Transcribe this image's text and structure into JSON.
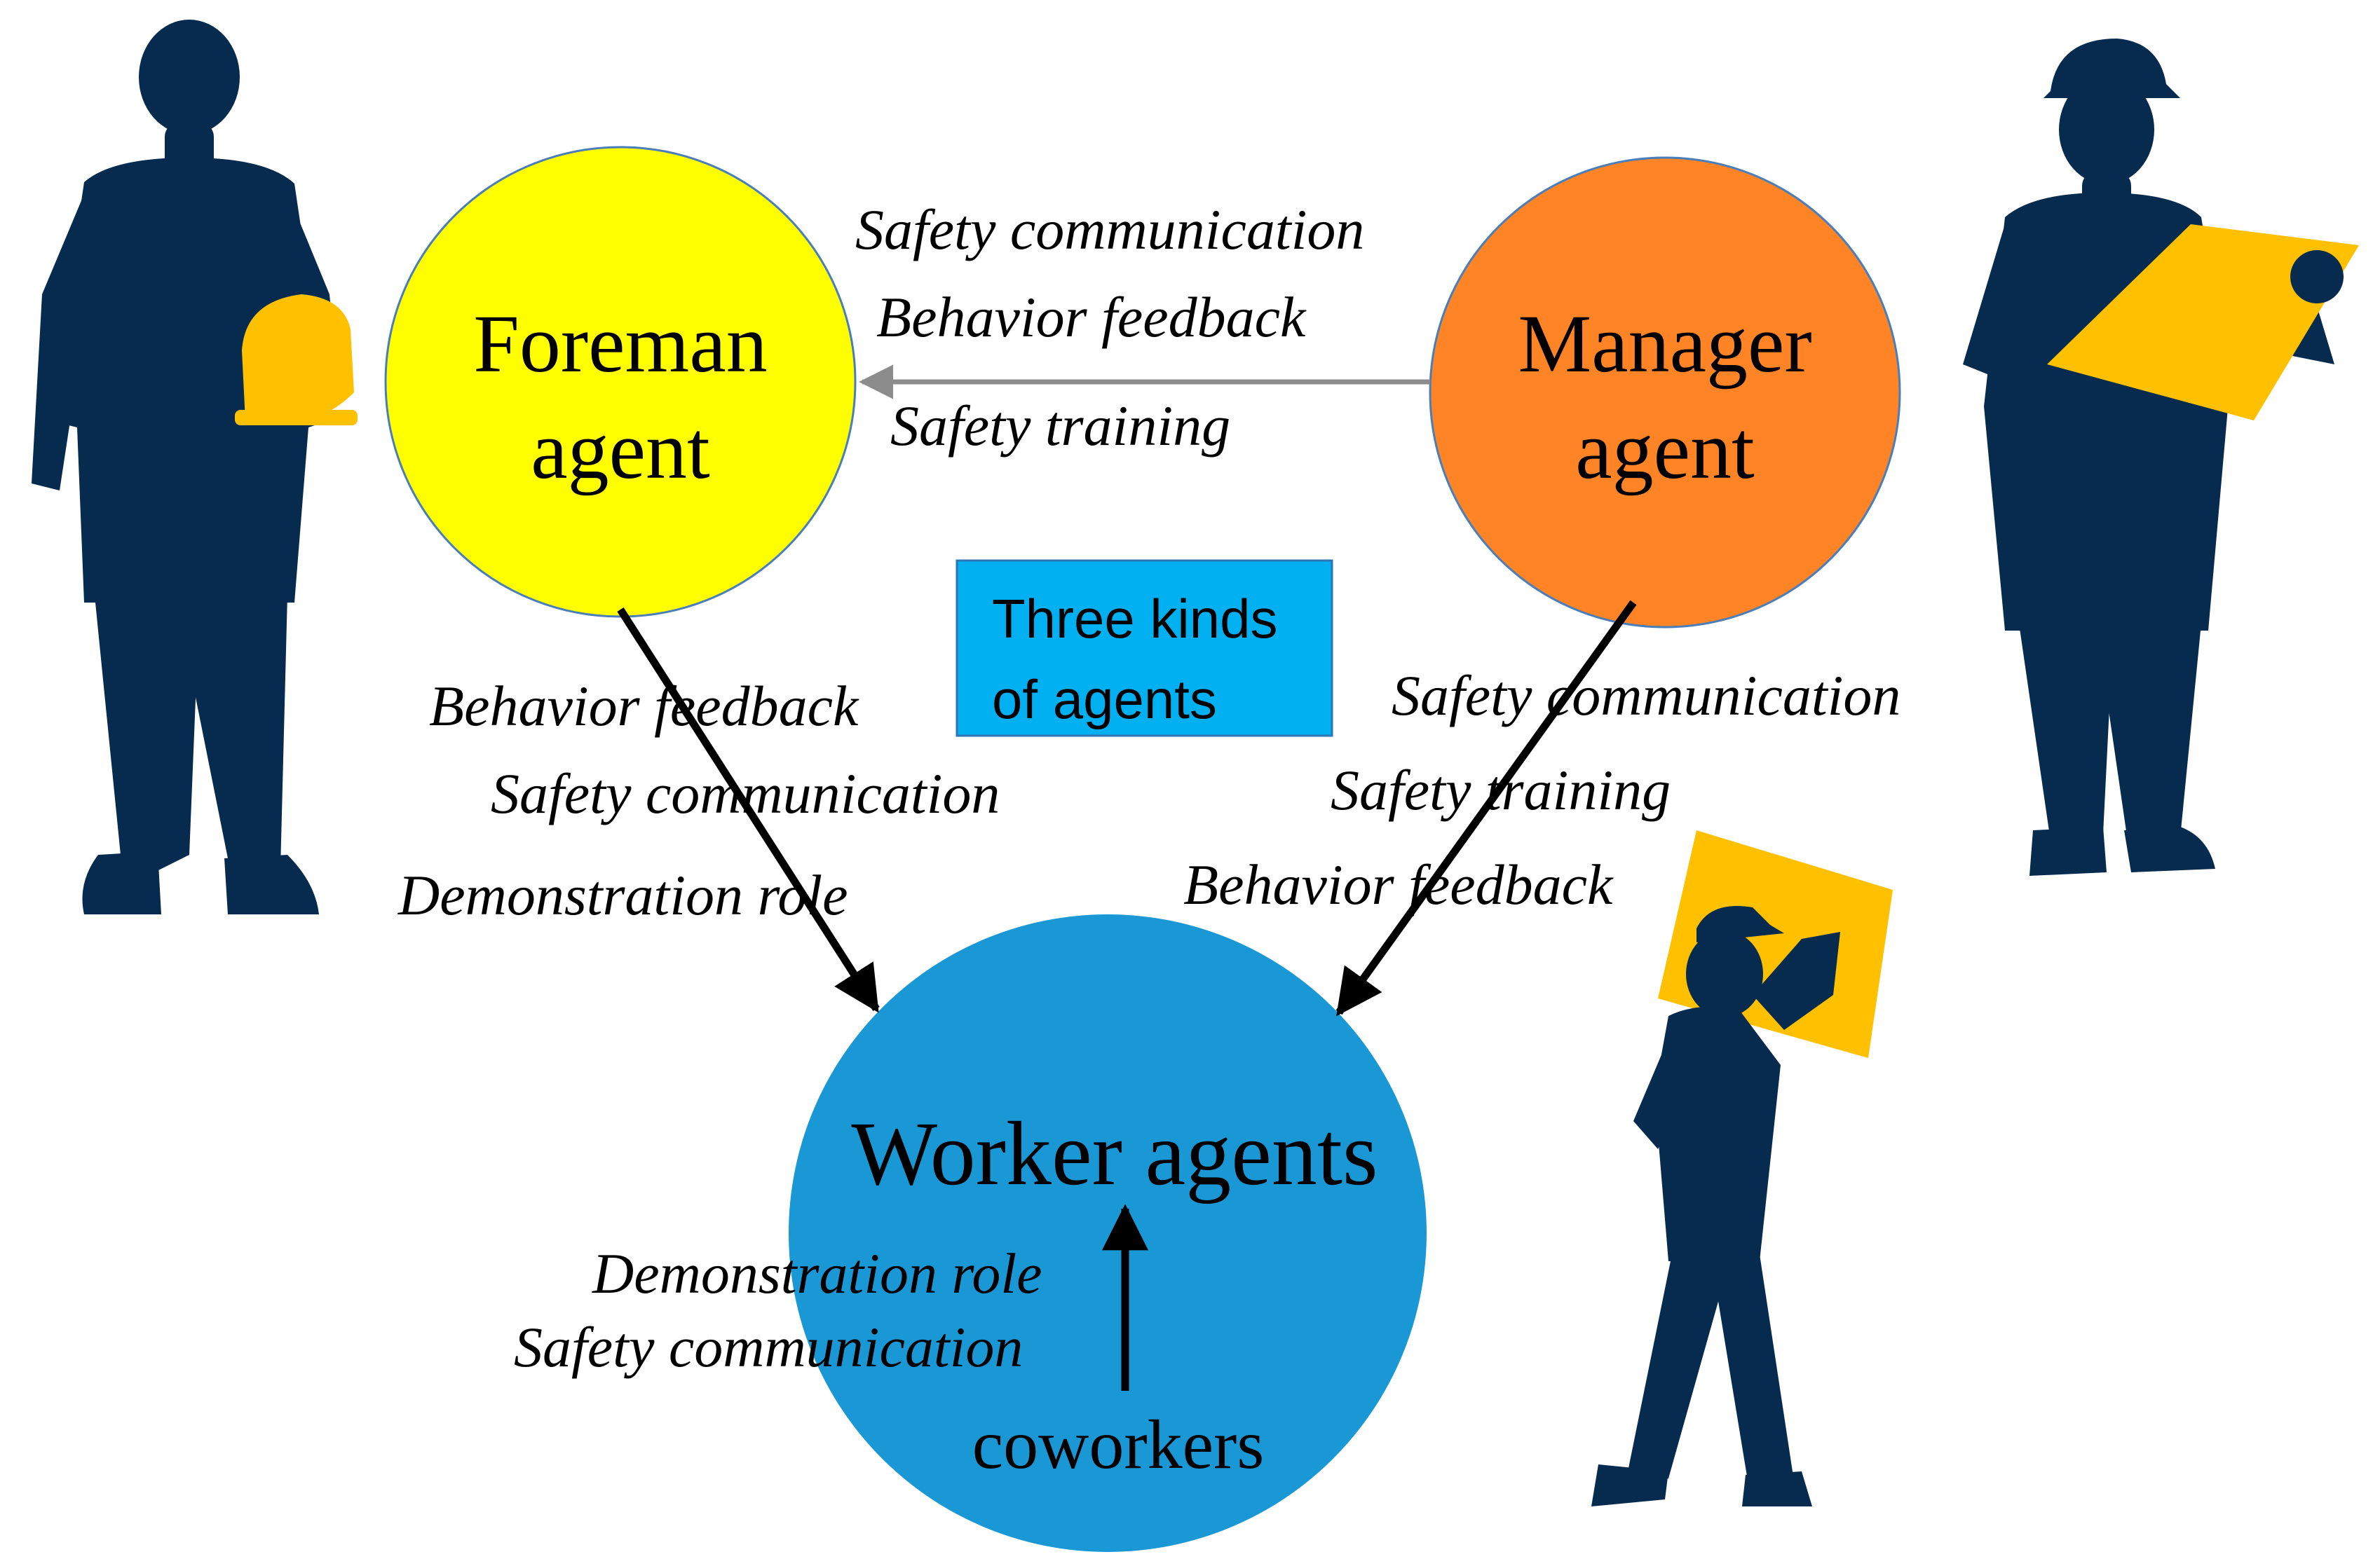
{
  "colors": {
    "foreman": "#FFFF00",
    "manager": "#FF8426",
    "worker": "#1A98D5",
    "box": "#00B0F0",
    "silhouette": "#062B4F",
    "accent": "#FFC000",
    "worker_text": "#FF0000",
    "arrow_gray": "#8C8C8C"
  },
  "icons": {
    "left_figure": "worker-holding-helmet-icon",
    "right_figure": "worker-reading-document-icon",
    "bottom_figure": "worker-carrying-box-icon"
  },
  "nodes": {
    "foreman": {
      "line1": "Foreman",
      "line2": "agent"
    },
    "manager": {
      "line1": "Manager",
      "line2": "agent"
    },
    "worker": {
      "title": "Worker agents",
      "sublabel": "coworkers"
    }
  },
  "center_box": {
    "line1": "Three kinds",
    "line2": "of agents"
  },
  "edges": {
    "manager_to_foreman": [
      "Safety communication",
      "Behavior feedback",
      "Safety training"
    ],
    "foreman_to_worker": [
      "Behavior feedback",
      "Safety communication",
      "Demonstration role"
    ],
    "manager_to_worker": [
      "Safety communication",
      "Safety training",
      "Behavior feedback"
    ],
    "coworkers_to_worker": [
      "Demonstration role",
      "Safety communication"
    ]
  }
}
